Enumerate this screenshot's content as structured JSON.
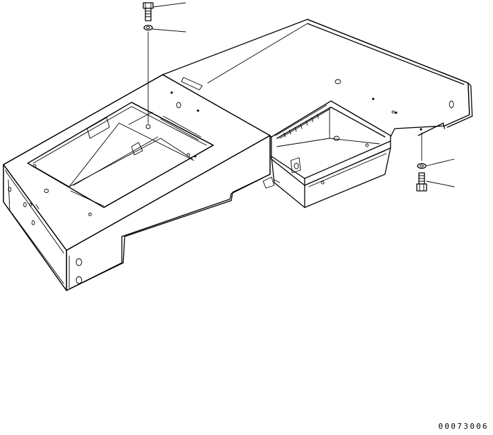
{
  "figure": {
    "figure_number": "00073006",
    "background": "#ffffff",
    "line_color": "#000000"
  },
  "parts": [
    {
      "name": "bolt",
      "position": "top"
    },
    {
      "name": "washer",
      "position": "top"
    },
    {
      "name": "washer",
      "position": "right"
    },
    {
      "name": "bolt",
      "position": "right"
    }
  ]
}
